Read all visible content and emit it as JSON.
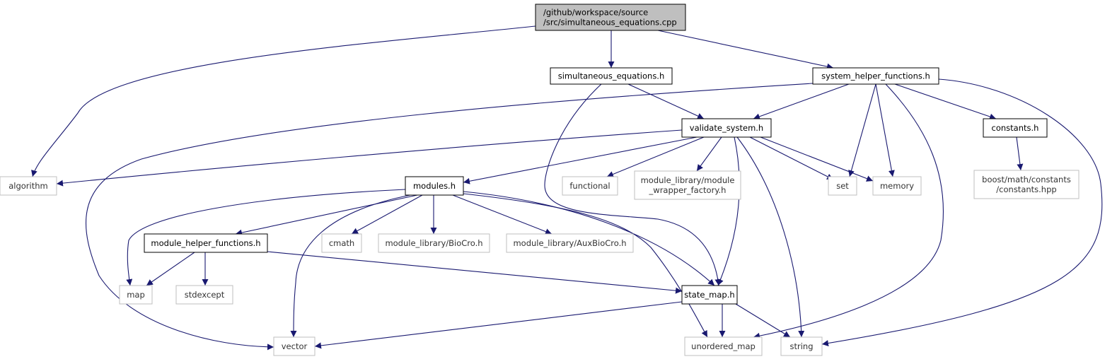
{
  "diagram": {
    "colors": {
      "edge": "#191970",
      "root_fill": "#bfbfbf",
      "primary_border": "#000000",
      "external_border": "#bfbfbf"
    },
    "nodes": [
      {
        "id": "root",
        "kind": "root",
        "lines": [
          "/github/workspace/source",
          "/src/simultaneous_equations.cpp"
        ]
      },
      {
        "id": "simultaneous_equations_h",
        "kind": "primary",
        "lines": [
          "simultaneous_equations.h"
        ]
      },
      {
        "id": "system_helper_functions_h",
        "kind": "primary",
        "lines": [
          "system_helper_functions.h"
        ]
      },
      {
        "id": "validate_system_h",
        "kind": "primary",
        "lines": [
          "validate_system.h"
        ]
      },
      {
        "id": "constants_h",
        "kind": "primary",
        "lines": [
          "constants.h"
        ]
      },
      {
        "id": "modules_h",
        "kind": "primary",
        "lines": [
          "modules.h"
        ]
      },
      {
        "id": "module_helper_functions_h",
        "kind": "primary",
        "lines": [
          "module_helper_functions.h"
        ]
      },
      {
        "id": "state_map_h",
        "kind": "primary",
        "lines": [
          "state_map.h"
        ]
      },
      {
        "id": "algorithm",
        "kind": "external",
        "lines": [
          "algorithm"
        ]
      },
      {
        "id": "functional",
        "kind": "external",
        "lines": [
          "functional"
        ]
      },
      {
        "id": "module_wrapper_factory",
        "kind": "external",
        "lines": [
          "module_library/module",
          "_wrapper_factory.h"
        ]
      },
      {
        "id": "set",
        "kind": "external",
        "lines": [
          "set"
        ]
      },
      {
        "id": "memory",
        "kind": "external",
        "lines": [
          "memory"
        ]
      },
      {
        "id": "boost_constants",
        "kind": "external",
        "lines": [
          "boost/math/constants",
          "/constants.hpp"
        ]
      },
      {
        "id": "cmath",
        "kind": "external",
        "lines": [
          "cmath"
        ]
      },
      {
        "id": "biocro_h",
        "kind": "external",
        "lines": [
          "module_library/BioCro.h"
        ]
      },
      {
        "id": "auxbiocro_h",
        "kind": "external",
        "lines": [
          "module_library/AuxBioCro.h"
        ]
      },
      {
        "id": "map",
        "kind": "external",
        "lines": [
          "map"
        ]
      },
      {
        "id": "stdexcept",
        "kind": "external",
        "lines": [
          "stdexcept"
        ]
      },
      {
        "id": "vector",
        "kind": "external",
        "lines": [
          "vector"
        ]
      },
      {
        "id": "unordered_map",
        "kind": "external",
        "lines": [
          "unordered_map"
        ]
      },
      {
        "id": "string",
        "kind": "external",
        "lines": [
          "string"
        ]
      }
    ],
    "edges": [
      [
        "root",
        "algorithm"
      ],
      [
        "root",
        "simultaneous_equations_h"
      ],
      [
        "root",
        "system_helper_functions_h"
      ],
      [
        "simultaneous_equations_h",
        "validate_system_h"
      ],
      [
        "simultaneous_equations_h",
        "state_map_h"
      ],
      [
        "system_helper_functions_h",
        "vector"
      ],
      [
        "system_helper_functions_h",
        "validate_system_h"
      ],
      [
        "system_helper_functions_h",
        "set"
      ],
      [
        "system_helper_functions_h",
        "memory"
      ],
      [
        "system_helper_functions_h",
        "unordered_map"
      ],
      [
        "system_helper_functions_h",
        "constants_h"
      ],
      [
        "system_helper_functions_h",
        "string"
      ],
      [
        "constants_h",
        "boost_constants"
      ],
      [
        "validate_system_h",
        "algorithm"
      ],
      [
        "validate_system_h",
        "modules_h"
      ],
      [
        "validate_system_h",
        "functional"
      ],
      [
        "validate_system_h",
        "module_wrapper_factory"
      ],
      [
        "validate_system_h",
        "set"
      ],
      [
        "validate_system_h",
        "memory"
      ],
      [
        "validate_system_h",
        "state_map_h"
      ],
      [
        "validate_system_h",
        "string"
      ],
      [
        "modules_h",
        "map"
      ],
      [
        "modules_h",
        "module_helper_functions_h"
      ],
      [
        "modules_h",
        "cmath"
      ],
      [
        "modules_h",
        "biocro_h"
      ],
      [
        "modules_h",
        "auxbiocro_h"
      ],
      [
        "modules_h",
        "vector"
      ],
      [
        "modules_h",
        "state_map_h"
      ],
      [
        "modules_h",
        "unordered_map"
      ],
      [
        "module_helper_functions_h",
        "map"
      ],
      [
        "module_helper_functions_h",
        "stdexcept"
      ],
      [
        "module_helper_functions_h",
        "state_map_h"
      ],
      [
        "state_map_h",
        "vector"
      ],
      [
        "state_map_h",
        "unordered_map"
      ],
      [
        "state_map_h",
        "string"
      ]
    ]
  }
}
